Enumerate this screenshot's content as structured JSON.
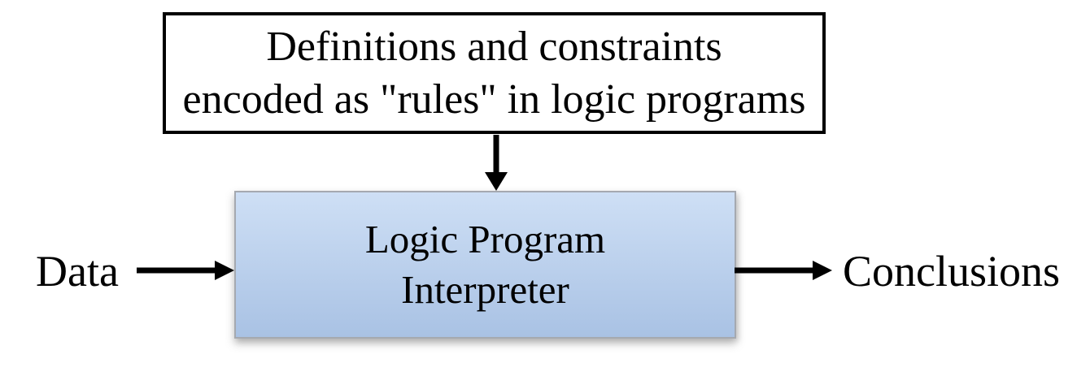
{
  "diagram": {
    "rules_box": {
      "line1": "Definitions and constraints",
      "line2": "encoded as \"rules\" in logic programs"
    },
    "interpreter_box": {
      "line1": "Logic Program",
      "line2": "Interpreter"
    },
    "labels": {
      "input": "Data",
      "output": "Conclusions"
    }
  },
  "icons": {
    "rules_to_interpreter_arrow": "down-arrow",
    "data_input_arrow": "right-arrow",
    "conclusions_output_arrow": "right-arrow"
  },
  "colors": {
    "background": "#ffffff",
    "text": "#000000",
    "rules_border": "#000000",
    "arrow": "#000000",
    "interpreter_fill_top": "#cedff5",
    "interpreter_fill_bottom": "#a9c2e4",
    "interpreter_border": "#a5a9b0"
  }
}
